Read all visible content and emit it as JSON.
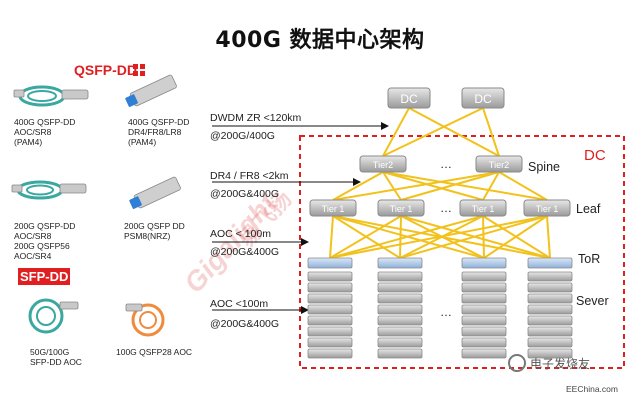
{
  "title": "400G 数据中心架构",
  "brands": {
    "qsfp_dd": "QSFP-DD",
    "sfp_dd": "SFP-DD",
    "accent": "#e02020"
  },
  "modules": [
    {
      "lines": [
        "400G QSFP-DD",
        "AOC/SR8",
        "(PAM4)"
      ]
    },
    {
      "lines": [
        "400G QSFP-DD",
        "DR4/FR8/LR8",
        "(PAM4)"
      ]
    },
    {
      "lines": [
        "200G QSFP-DD",
        "AOC/SR8",
        "200G QSFP56",
        "AOC/SR4"
      ]
    },
    {
      "lines": [
        "200G QSFP DD",
        "PSM8(NRZ)"
      ]
    },
    {
      "lines": [
        "50G/100G",
        "SFP-DD AOC"
      ]
    },
    {
      "lines": [
        "100G QSFP28 AOC"
      ]
    }
  ],
  "annotations": [
    {
      "line1": "DWDM ZR <120km",
      "line2": "@200G/400G"
    },
    {
      "line1": "DR4 / FR8 <2km",
      "line2": "@200G&400G"
    },
    {
      "line1": "AOC  < 100m",
      "line2": "@200G&400G"
    },
    {
      "line1": "AOC  <100m",
      "line2": "@200G&400G"
    }
  ],
  "levels": {
    "spine": "Spine",
    "leaf": "Leaf",
    "tor": "ToR",
    "server": "Sever"
  },
  "dc_region_label": "DC",
  "nodes": {
    "dc": "DC",
    "tier2": "Tier2",
    "tier1": "Tier 1",
    "ellipsis": "…"
  },
  "watermark": {
    "brand": "Gigalight",
    "cn": "易飞扬"
  },
  "footer": {
    "logo": "电子发烧友",
    "url": "EEChina.com"
  },
  "colors": {
    "link": "#f2c21a",
    "node": "#b8b8b8",
    "tor": "#a9c6e6",
    "region_border": "#e02020"
  }
}
